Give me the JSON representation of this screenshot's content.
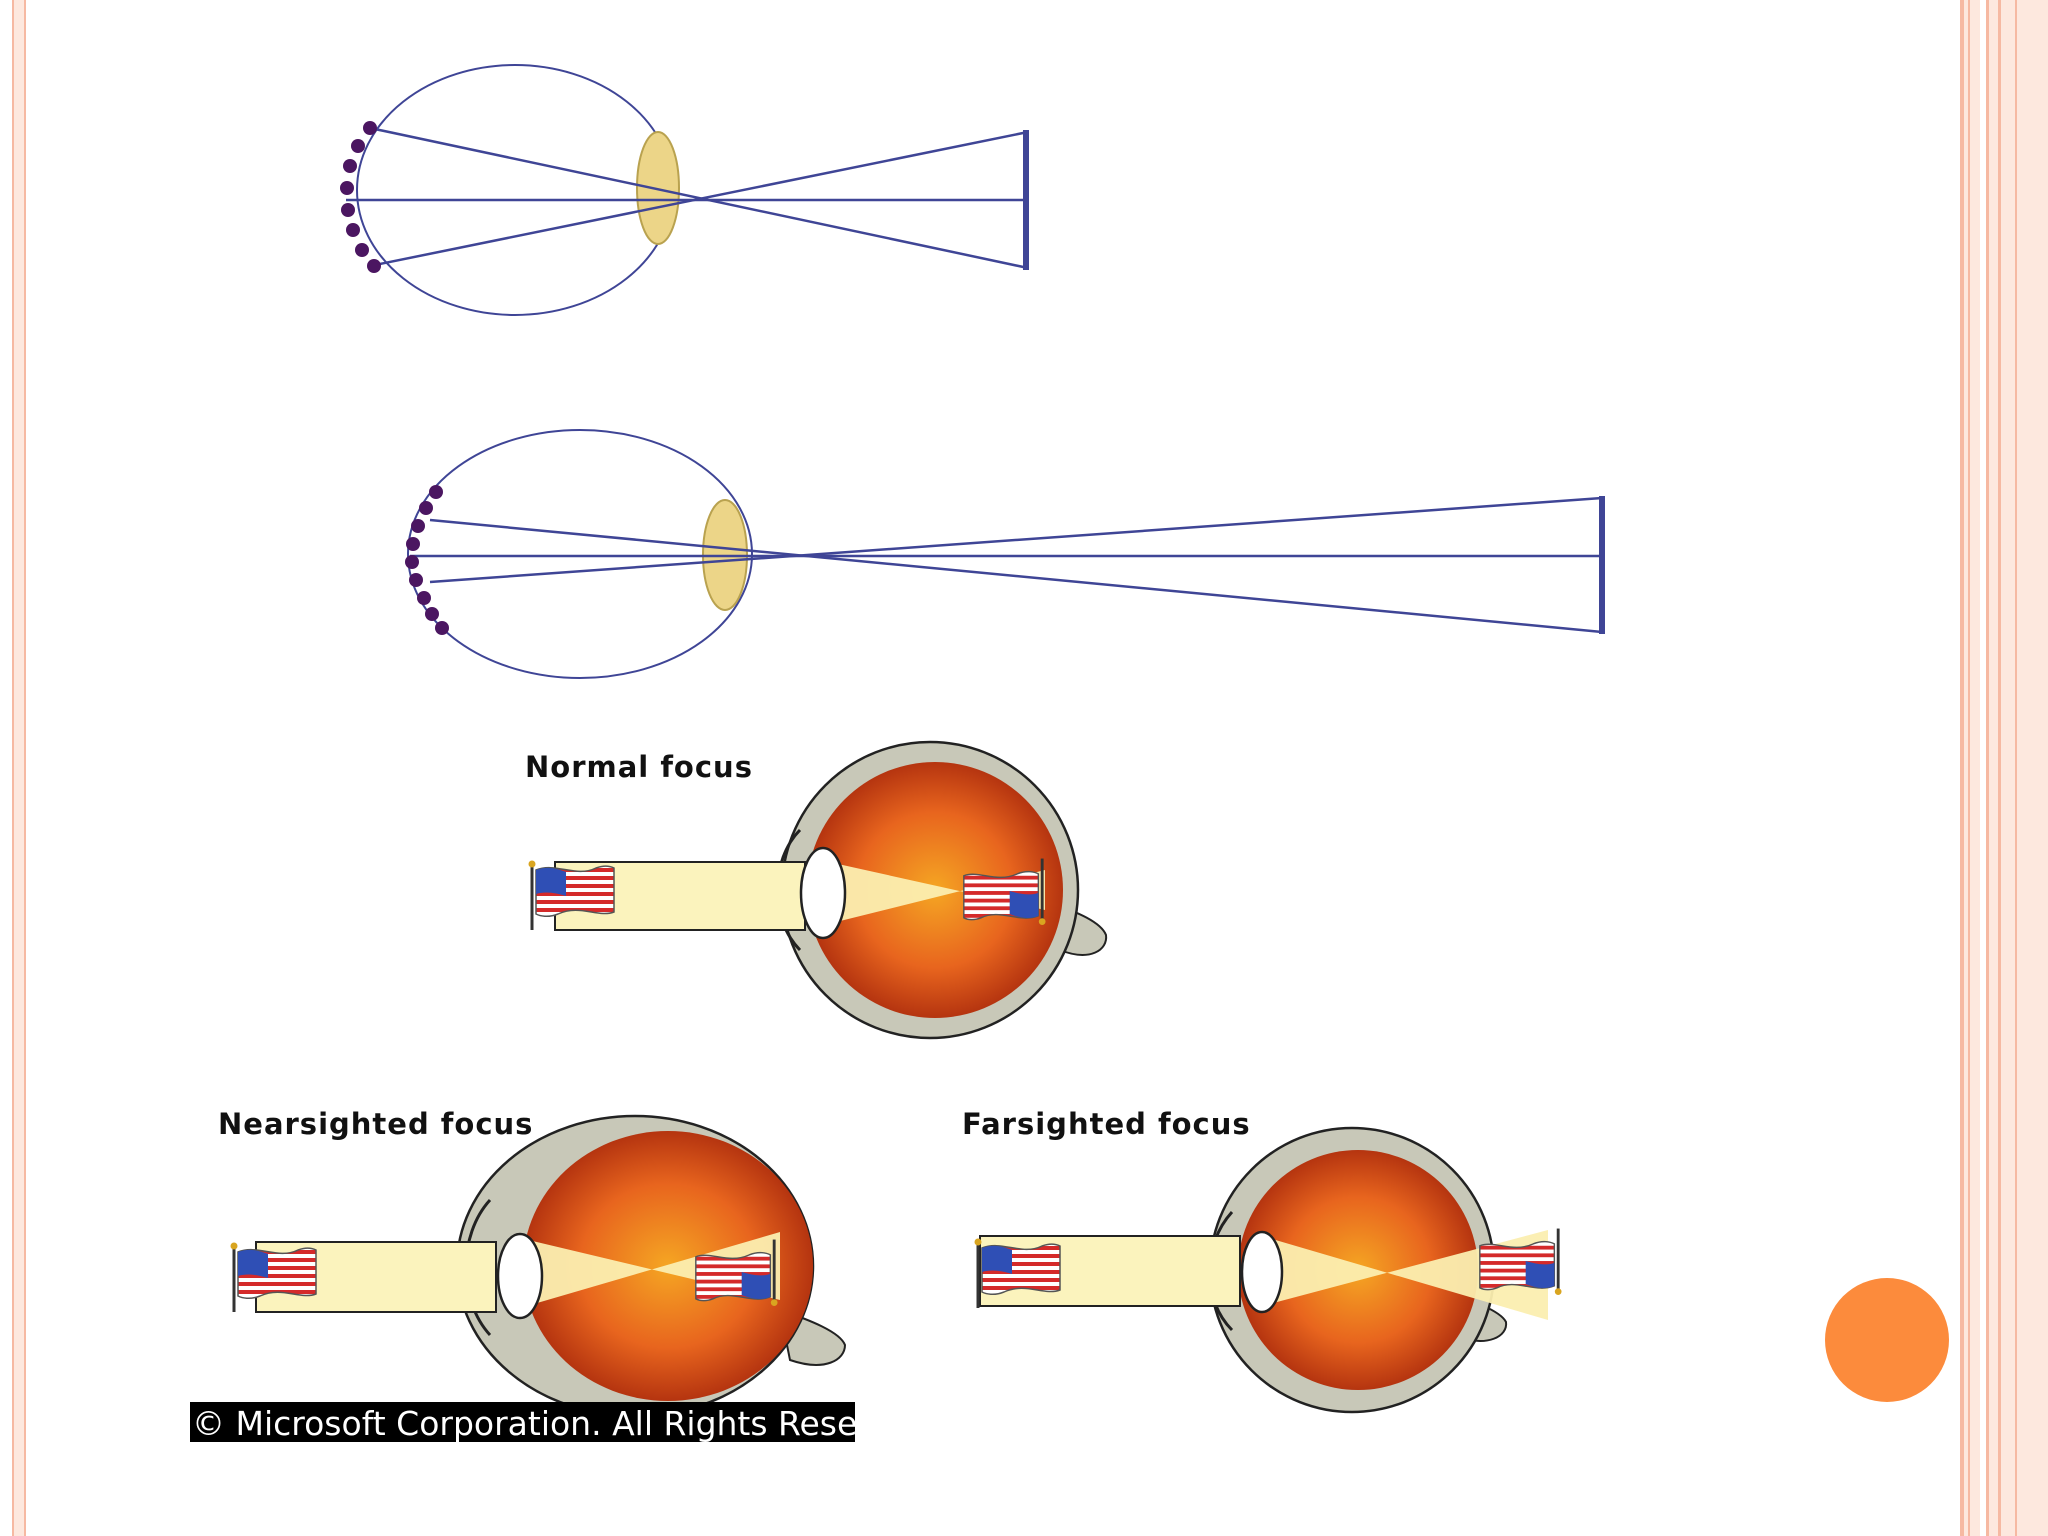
{
  "diagrams": {
    "normal": {
      "label": "Normal focus"
    },
    "nearsighted": {
      "label": "Nearsighted focus"
    },
    "farsighted": {
      "label": "Farsighted focus"
    }
  },
  "copyright": "© Microsoft Corporation. All Rights Reserved.",
  "colors": {
    "frame": "#f6b9a2",
    "frame_fill": "#fde8de",
    "ray": "#3f4596",
    "retina_dot": "#4b1661",
    "lens": "#ecd588",
    "eye_interior": "#e65a1a",
    "light_beam": "#fbf3bd",
    "accent_circle": "#fc8b3c"
  }
}
